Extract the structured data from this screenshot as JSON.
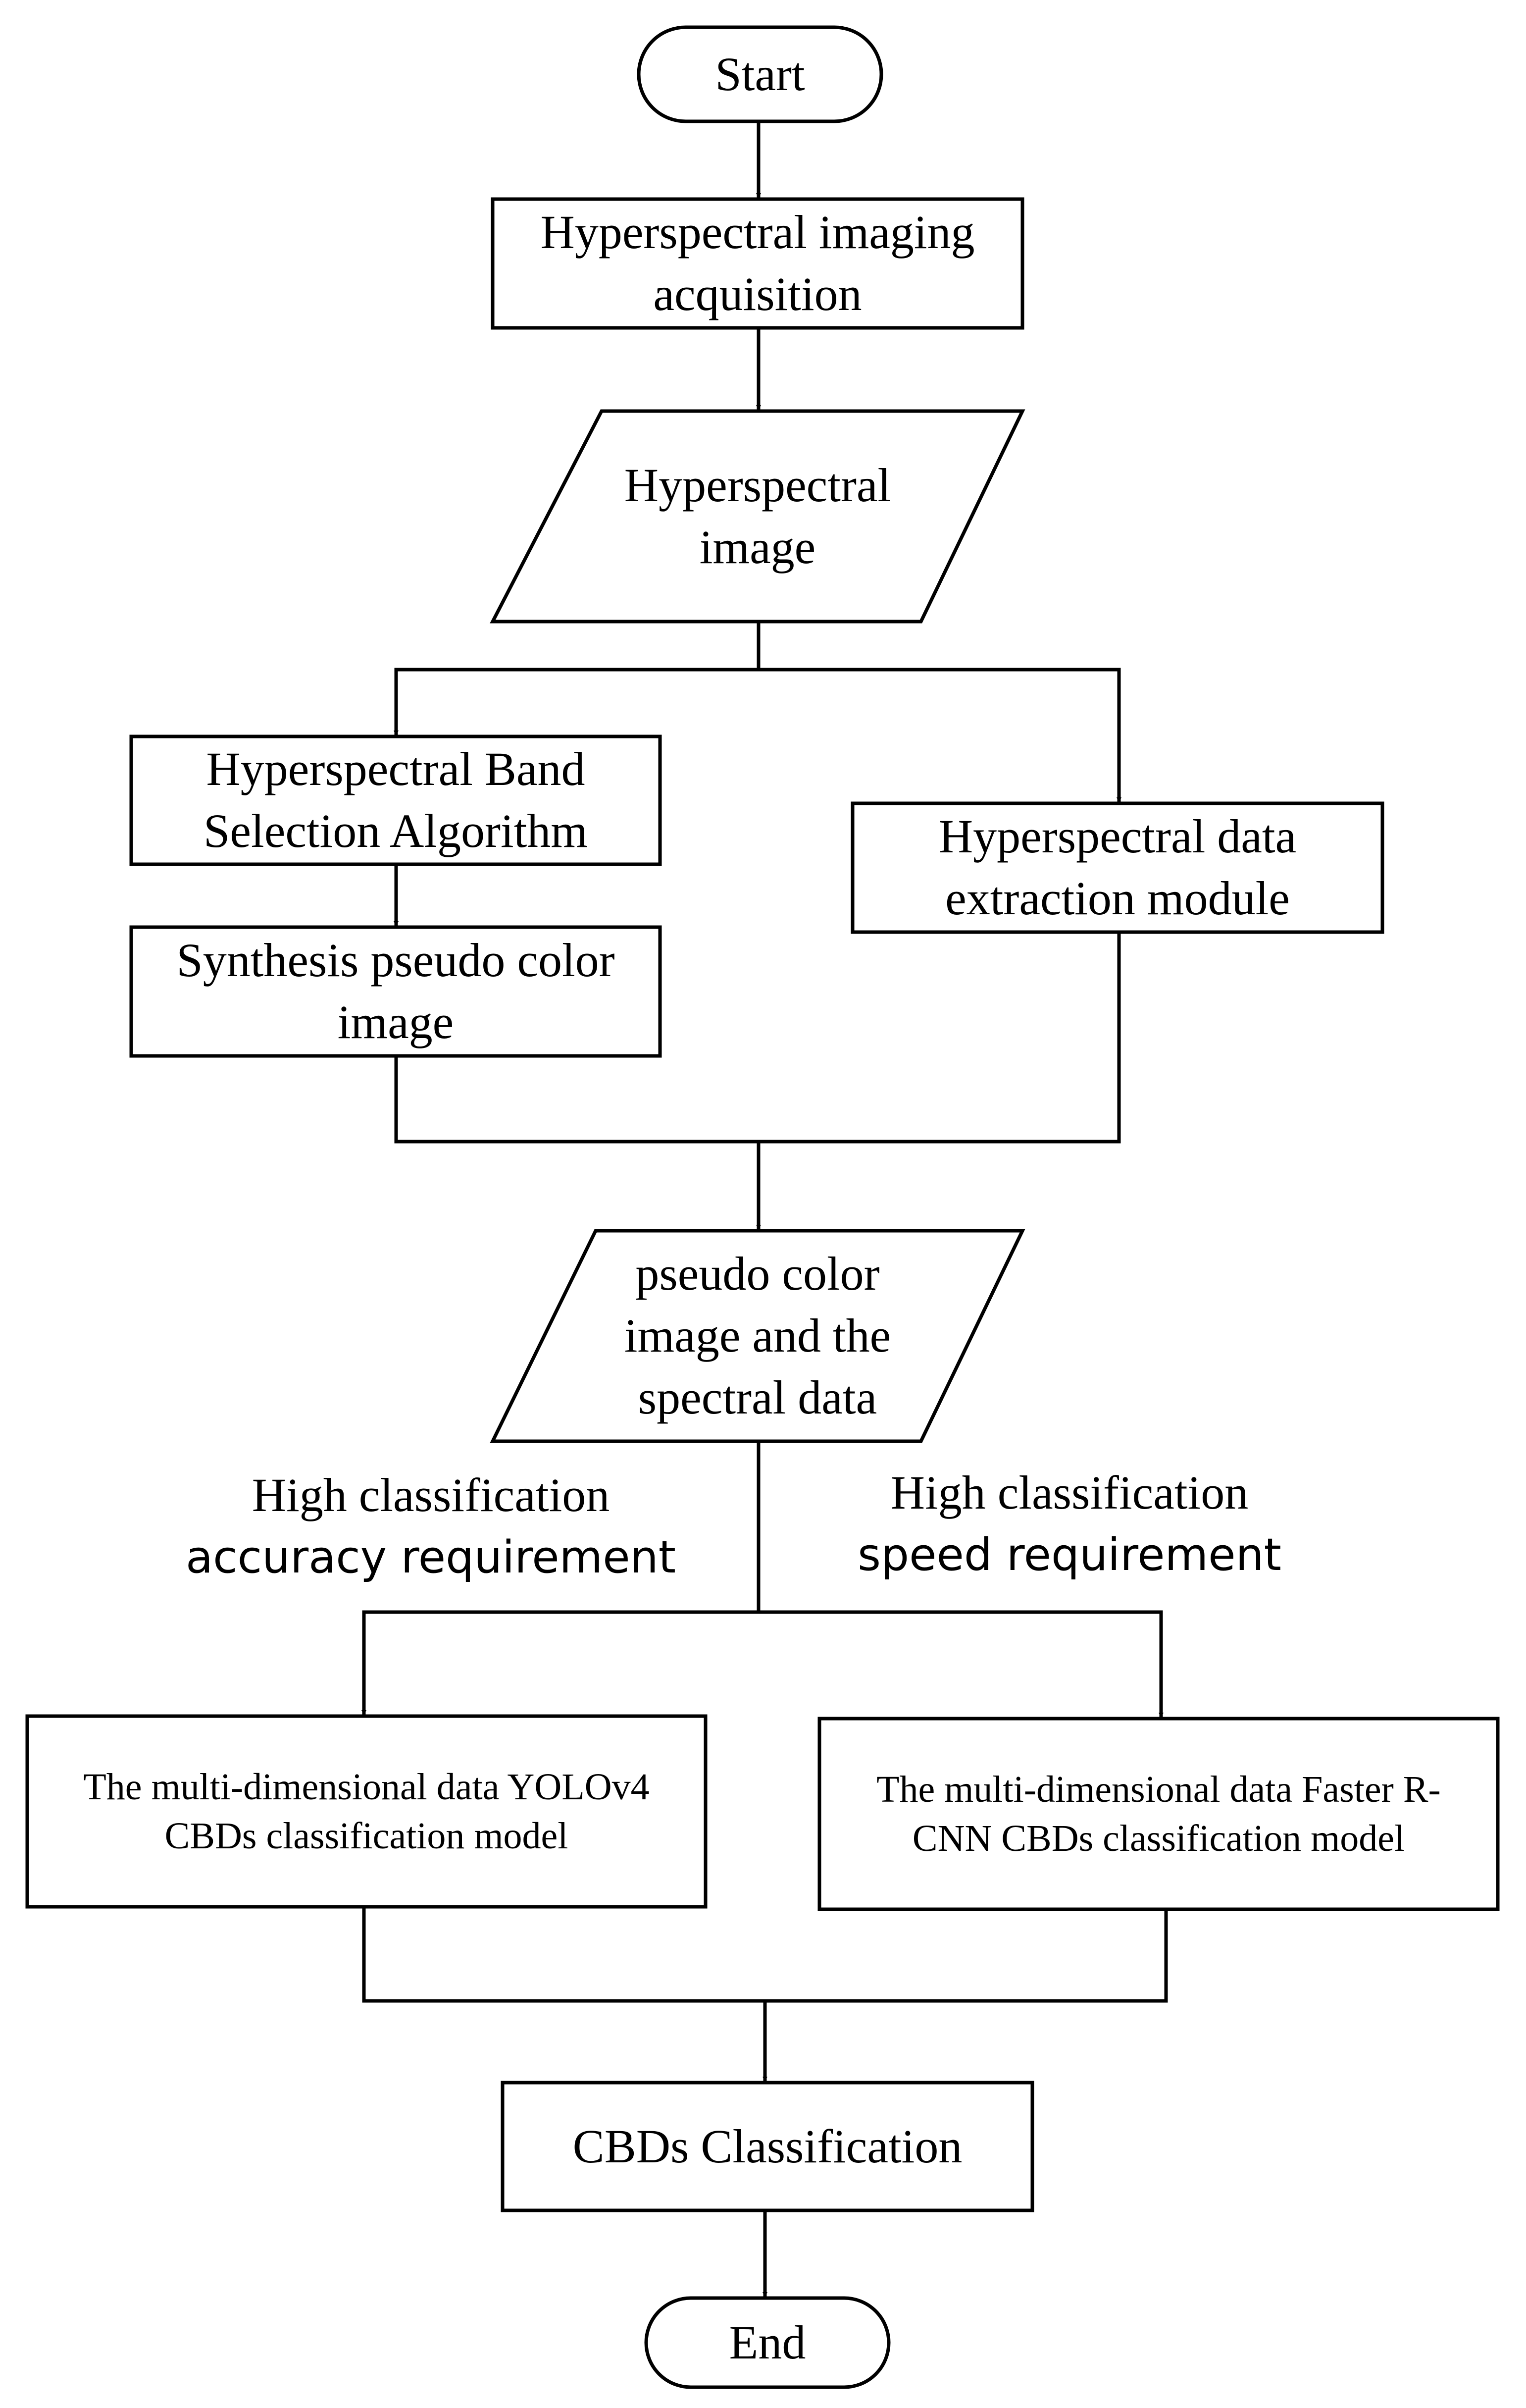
{
  "nodes": {
    "start": "Start",
    "acquisition": [
      "Hyperspectral imaging",
      "acquisition"
    ],
    "hs_image": [
      "Hyperspectral",
      "image"
    ],
    "band_selection": [
      "Hyperspectral Band",
      "Selection Algorithm"
    ],
    "pseudo_color": [
      "Synthesis pseudo color",
      "image"
    ],
    "data_extraction": [
      "Hyperspectral data",
      "extraction module"
    ],
    "combined_data": [
      "pseudo color",
      "image and the",
      "spectral data"
    ],
    "yolov4_model": [
      "The multi-dimensional data YOLOv4",
      "CBDs classification model"
    ],
    "faster_rcnn_model": [
      "The multi-dimensional data Faster R-",
      "CNN  CBDs classification model"
    ],
    "classification": "CBDs Classification",
    "end": "End"
  },
  "branch_labels": {
    "accuracy": [
      "High classification",
      "accuracy requirement"
    ],
    "speed": [
      "High classification",
      "speed requirement"
    ]
  },
  "colors": {
    "stroke": "#000000",
    "background": "#ffffff"
  }
}
